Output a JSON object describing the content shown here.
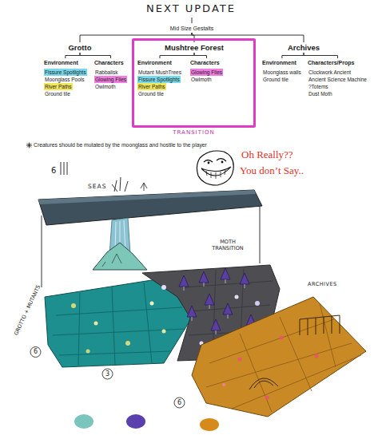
{
  "diagram": {
    "title": "NEXT UPDATE",
    "nodes": [
      {
        "text": [
          "Mid Size Gestalts"
        ]
      },
      {
        "text": [
          "Grotto"
        ]
      },
      {
        "text": [
          "Environment",
          "Fissure Spotlights",
          "Moonglass Pools",
          "River Paths",
          "Ground tile"
        ]
      },
      {
        "text": [
          "Characters",
          "Rabbalisk",
          "Glowing Flies",
          "Owlmoth"
        ]
      },
      {
        "text": [
          "TRANSITION"
        ]
      },
      {
        "text": [
          "Mushtree Forest"
        ],
        "in": 4
      },
      {
        "text": [
          "Environment",
          "Mutant MushTrees",
          "Fissure Spotlights",
          "River Paths",
          "Ground tile"
        ],
        "in": 4
      },
      {
        "text": [
          "Characters",
          "Glowing Flies",
          "Owlmoth"
        ],
        "in": 4
      },
      {
        "text": [
          "Archives"
        ]
      },
      {
        "text": [
          "Environment",
          "Moonglass walls",
          "Ground tile"
        ]
      },
      {
        "text": [
          "Characters/Props",
          "Clockwork Ancient",
          "Ancient Science Machine",
          "?Totems",
          "Dust Moth"
        ]
      }
    ],
    "edges": [
      {
        "from": 0,
        "to": 1,
        "arrow": "none"
      },
      {
        "from": 0,
        "to": 5,
        "arrow": "none"
      },
      {
        "from": 0,
        "to": 8,
        "arrow": "none"
      },
      {
        "from": 1,
        "to": 2,
        "arrow": "none"
      },
      {
        "from": 1,
        "to": 3,
        "arrow": "none"
      },
      {
        "from": 5,
        "to": 6,
        "arrow": "none"
      },
      {
        "from": 5,
        "to": 7,
        "arrow": "none"
      },
      {
        "from": 8,
        "to": 9,
        "arrow": "none"
      },
      {
        "from": 8,
        "to": 10,
        "arrow": "none"
      }
    ],
    "labels": [
      "Creatures should be mutated by the moonglass and hostile to the player",
      "Oh Really??",
      "You don’t Say..",
      "6",
      "SEAS",
      "GROTTO + MUTANTS",
      "6",
      "3",
      "MOTH TRANSITION",
      "ARCHIVES",
      "6"
    ]
  }
}
